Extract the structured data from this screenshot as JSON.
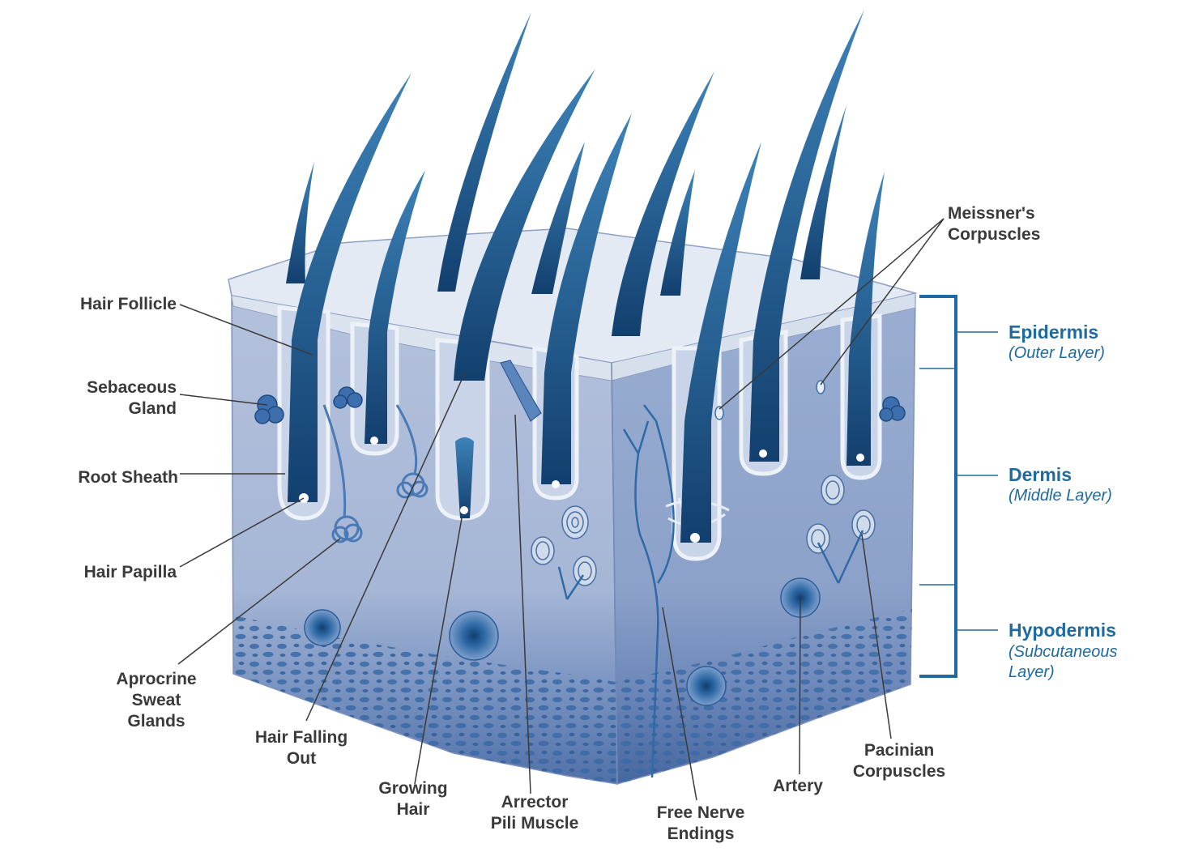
{
  "labels": {
    "hair_follicle": "Hair Follicle",
    "sebaceous_gland": "Sebaceous\nGland",
    "root_sheath": "Root Sheath",
    "hair_papilla": "Hair Papilla",
    "apocrine_sweat_glands": "Aprocrine\nSweat\nGlands",
    "hair_falling_out": "Hair Falling\nOut",
    "growing_hair": "Growing\nHair",
    "arrector_pili_muscle": "Arrector\nPili Muscle",
    "free_nerve_endings": "Free Nerve\nEndings",
    "artery": "Artery",
    "pacinian_corpuscles": "Pacinian\nCorpuscles",
    "meissners_corpuscles": "Meissner's\nCorpuscles"
  },
  "layers": [
    {
      "name": "Epidermis",
      "description": "(Outer Layer)"
    },
    {
      "name": "Dermis",
      "description": "(Middle Layer)"
    },
    {
      "name": "Hypodermis",
      "description": "(Subcutaneous\nLayer)"
    }
  ],
  "colors": {
    "label_text": "#3a3a3a",
    "layer_text": "#1f6aa0",
    "bracket": "#1f6aa0",
    "hair": "#1b5d92",
    "epidermis_top": "#e2e9f2",
    "dermis_front": "#a9b8d6",
    "dermis_side": "#8ea3c9",
    "hypodermis": "#5f7fb5",
    "fat_cells": "#3a6aa6"
  }
}
